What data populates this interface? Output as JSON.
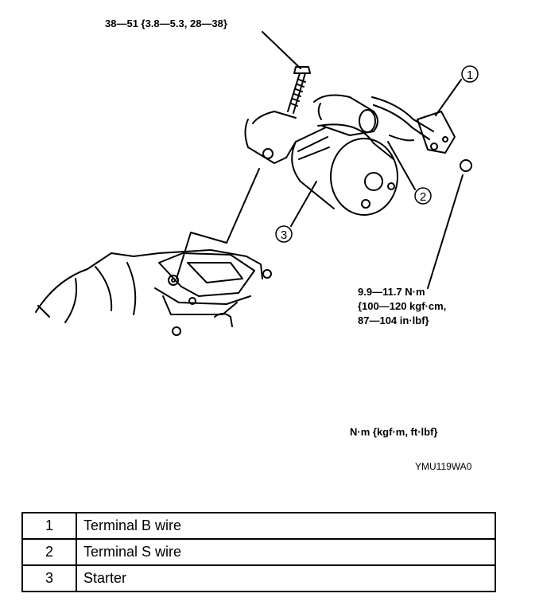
{
  "annotations": {
    "bolt_torque": "38—51 {3.8—5.3, 28—38}",
    "nut_torque_line1": "9.9—11.7 N·m",
    "nut_torque_line2": "{100—120 kgf·cm,",
    "nut_torque_line3": "87—104 in·lbf}",
    "units": "N·m {kgf·m, ft·lbf}",
    "figure_code": "YMU119WA0"
  },
  "callouts": [
    "1",
    "2",
    "3"
  ],
  "legend": [
    {
      "num": "1",
      "label": "Terminal B wire"
    },
    {
      "num": "2",
      "label": "Terminal S wire"
    },
    {
      "num": "3",
      "label": "Starter"
    }
  ]
}
